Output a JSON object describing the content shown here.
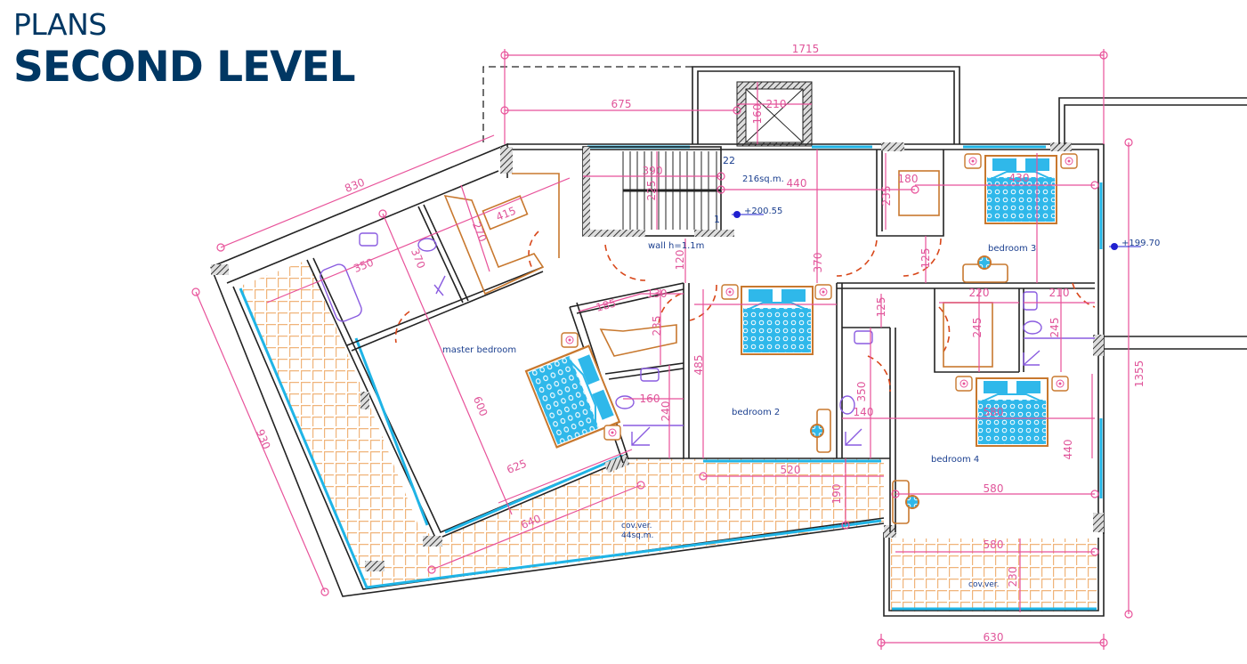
{
  "header": {
    "title": "PLANS",
    "subtitle": "SECOND LEVEL"
  },
  "colors": {
    "title": "#003763",
    "dimension": "#e8529a",
    "label": "#1b3f8f",
    "wall": "#222222",
    "window": "#1fb4e6",
    "furniture": "#c8782e",
    "terrace_tile": "#f0b47a",
    "bed": "#1fb4e6"
  },
  "labels": {
    "area": "216sq.m.",
    "elevation_main": "+200.55",
    "elevation_right": "+199.70",
    "wall_note": "wall h=1.1m",
    "master_bedroom": "master bedroom",
    "bedroom2": "bedroom 2",
    "bedroom3": "bedroom 3",
    "bedroom4": "bedroom 4",
    "terrace_main": "cov.ver.",
    "terrace_main_area": "44sq.m.",
    "terrace_right": "cov.ver.",
    "stair_top": "22",
    "stair_bottom": "1"
  },
  "dimensions": [
    "1715",
    "675",
    "160",
    "210",
    "830",
    "415",
    "270",
    "350",
    "370",
    "390",
    "225",
    "440",
    "370",
    "180",
    "235",
    "430",
    "125",
    "120",
    "130",
    "185",
    "235",
    "600",
    "160",
    "240",
    "485",
    "125",
    "350",
    "140",
    "220",
    "245",
    "210",
    "245",
    "580",
    "440",
    "580",
    "1355",
    "930",
    "625",
    "640",
    "520",
    "190",
    "580",
    "230",
    "630"
  ],
  "icons": [
    "bed-icon",
    "nightstand-icon",
    "sink-icon",
    "toilet-icon",
    "bathtub-icon",
    "shower-icon",
    "plant-icon",
    "elevation-marker-icon",
    "stair-icon"
  ]
}
